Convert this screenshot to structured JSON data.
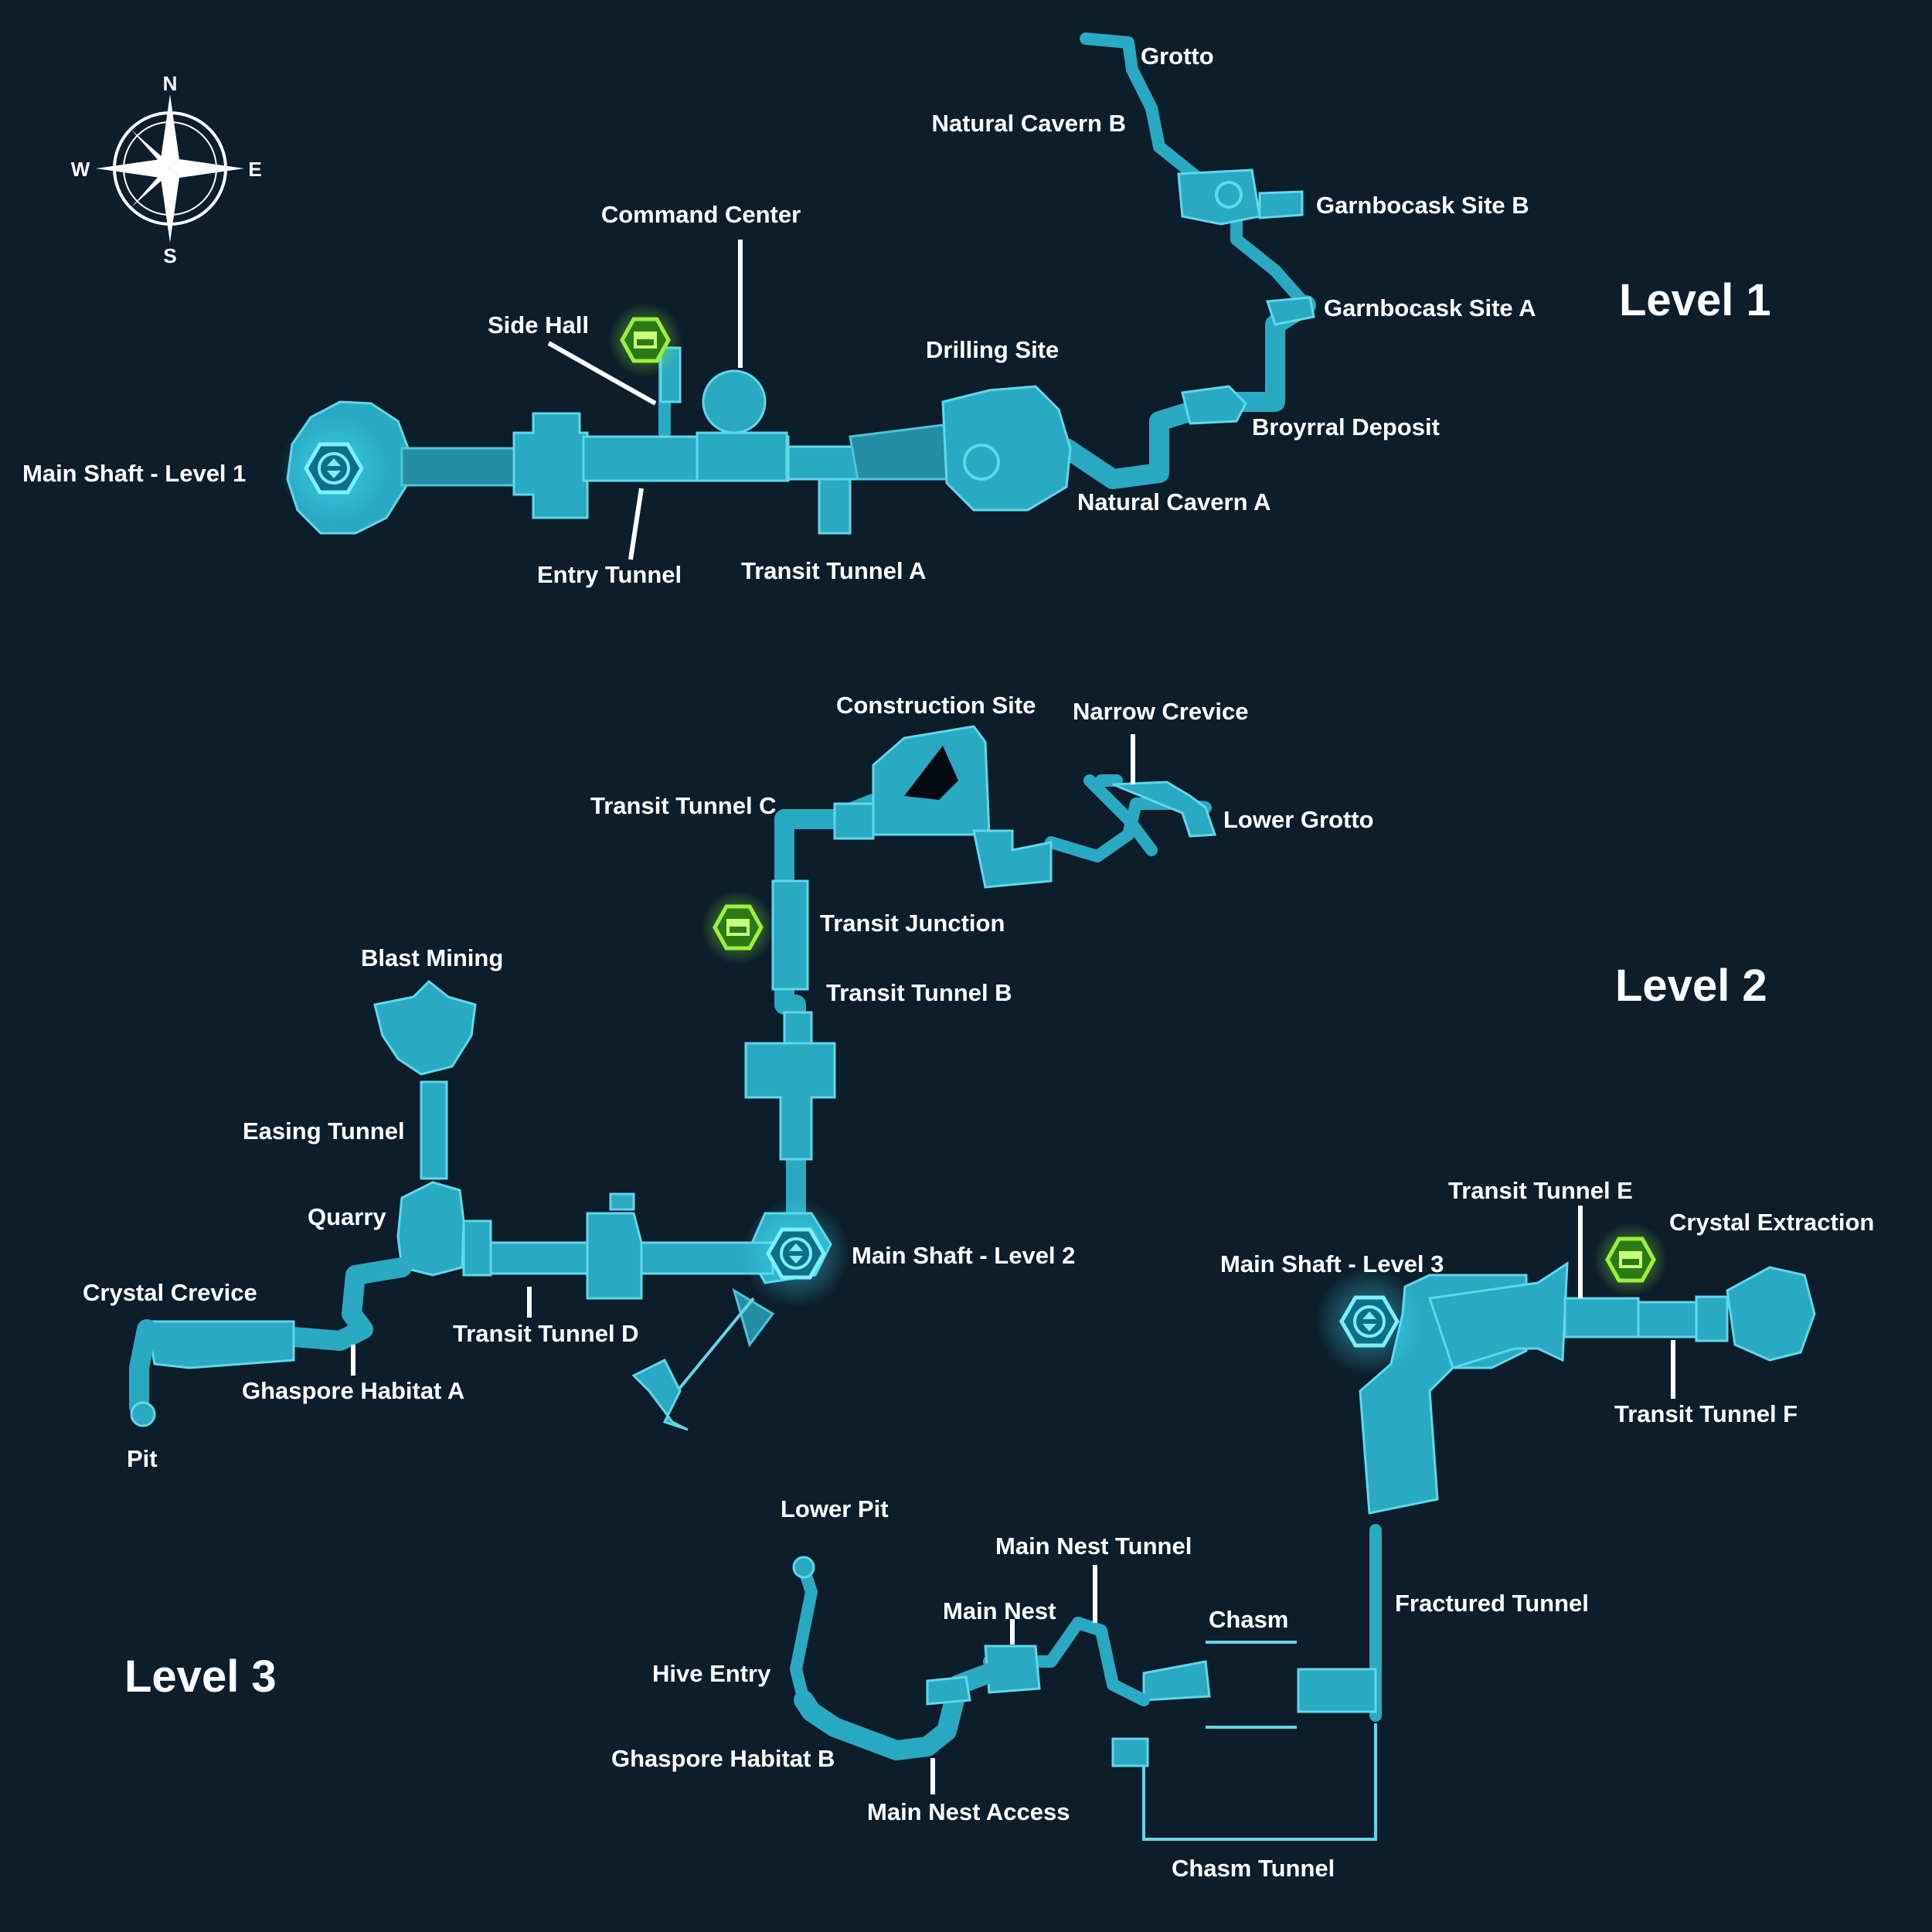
{
  "compass": {
    "north": "N",
    "south": "S",
    "east": "E",
    "west": "W"
  },
  "levels": {
    "level1": "Level 1",
    "level2": "Level 2",
    "level3": "Level 3"
  },
  "locations": {
    "grotto": "Grotto",
    "natural_cavern_b": "Natural Cavern B",
    "garnbocask_site_b": "Garnbocask Site B",
    "garnbocask_site_a": "Garnbocask Site A",
    "command_center": "Command Center",
    "side_hall": "Side Hall",
    "drilling_site": "Drilling Site",
    "broyrral_deposit": "Broyrral Deposit",
    "main_shaft_level_1": "Main Shaft - Level 1",
    "natural_cavern_a": "Natural Cavern A",
    "entry_tunnel": "Entry Tunnel",
    "transit_tunnel_a": "Transit Tunnel A",
    "construction_site": "Construction Site",
    "narrow_crevice": "Narrow Crevice",
    "transit_tunnel_c": "Transit Tunnel C",
    "lower_grotto": "Lower Grotto",
    "transit_junction": "Transit Junction",
    "blast_mining": "Blast Mining",
    "transit_tunnel_b": "Transit Tunnel B",
    "easing_tunnel": "Easing Tunnel",
    "quarry": "Quarry",
    "transit_tunnel_e": "Transit Tunnel E",
    "crystal_extraction": "Crystal Extraction",
    "main_shaft_level_2": "Main Shaft - Level 2",
    "main_shaft_level_3": "Main Shaft - Level 3",
    "crystal_crevice": "Crystal Crevice",
    "transit_tunnel_d": "Transit Tunnel D",
    "ghaspore_habitat_a": "Ghaspore Habitat A",
    "transit_tunnel_f": "Transit Tunnel F",
    "pit": "Pit",
    "lower_pit": "Lower Pit",
    "main_nest_tunnel": "Main Nest Tunnel",
    "main_nest": "Main Nest",
    "chasm": "Chasm",
    "fractured_tunnel": "Fractured Tunnel",
    "hive_entry": "Hive Entry",
    "ghaspore_habitat_b": "Ghaspore Habitat B",
    "main_nest_access": "Main Nest Access",
    "chasm_tunnel": "Chasm Tunnel"
  },
  "icons": {
    "elevator": "elevator-icon",
    "shop": "shop-icon"
  },
  "colors": {
    "background": "#0c1e2b",
    "room": "#2aa9c2",
    "room_outline": "#5fd8ea",
    "shop_marker": "#7ddc2a",
    "text": "#ffffff"
  }
}
